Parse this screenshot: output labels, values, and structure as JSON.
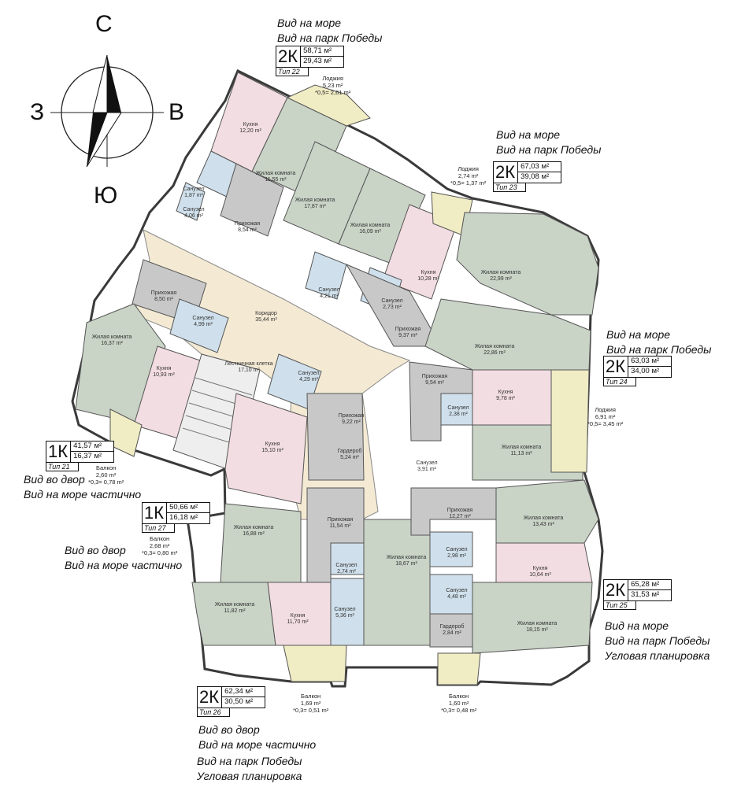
{
  "compass": {
    "north": "С",
    "south": "Ю",
    "west": "З",
    "east": "В"
  },
  "apartments": {
    "t22": {
      "code": "2К",
      "total": "58,71 м²",
      "living": "29,43 м²",
      "type": "Тип 22",
      "view1": "Вид на море",
      "view2": "Вид на парк Победы"
    },
    "t23": {
      "code": "2К",
      "total": "67,03 м²",
      "living": "39,08 м²",
      "type": "Тип 23",
      "view1": "Вид на море",
      "view2": "Вид на парк Победы"
    },
    "t24": {
      "code": "2К",
      "total": "63,03 м²",
      "living": "34,00 м²",
      "type": "Тип 24",
      "view1": "Вид на море",
      "view2": "Вид на парк Победы"
    },
    "t25": {
      "code": "2К",
      "total": "65,28 м²",
      "living": "31,53 м²",
      "type": "Тип 25",
      "view1": "Вид на море",
      "view2": "Вид на парк Победы",
      "view3": "Угловая планировка"
    },
    "t21": {
      "code": "1К",
      "total": "41,57 м²",
      "living": "16,37 м²",
      "type": "Тип 21",
      "view1": "Вид во двор",
      "view2": "Вид на  море частично"
    },
    "t27": {
      "code": "1К",
      "total": "50,66 м²",
      "living": "16,18 м²",
      "type": "Тип 27",
      "view1": "Вид во двор",
      "view2": "Вид на  море частично"
    },
    "t26": {
      "code": "2К",
      "total": "62,34 м²",
      "living": "30,50 м²",
      "type": "Тип 26",
      "view1": "Вид во двор",
      "view2": "Вид на  море частично",
      "view3": "Вид на парк Победы",
      "view4": "Угловая планировка"
    }
  },
  "outdoor": {
    "loggia22": {
      "name": "Лоджия",
      "area": "5,23 m²",
      "coef": "*0,5= 2,61 m²"
    },
    "loggia23": {
      "name": "Лоджия",
      "area": "2,74 m²",
      "coef": "*0,5= 1,37 m²"
    },
    "loggia24": {
      "name": "Лоджия",
      "area": "6,91 m²",
      "coef": "*0,5= 3,45 m²"
    },
    "balcony21": {
      "name": "Балкон",
      "area": "2,60 m²",
      "coef": "*0,3= 0,78 m²"
    },
    "balcony27": {
      "name": "Балкон",
      "area": "2,68 m²",
      "coef": "*0,3= 0,80 m²"
    },
    "balcony26": {
      "name": "Балкон",
      "area": "1,69 m²",
      "coef": "*0,3= 0,51 m²"
    },
    "balcony25": {
      "name": "Балкон",
      "area": "1,60 m²",
      "coef": "*0,3= 0,48 m²"
    }
  },
  "rooms": [
    {
      "name": "Кухня",
      "area": "12,20 m²"
    },
    {
      "name": "Жилая комната",
      "area": "11,55 m²"
    },
    {
      "name": "Санузел",
      "area": "1,87 m²"
    },
    {
      "name": "Санузел",
      "area": "4,06 m²"
    },
    {
      "name": "Прихожая",
      "area": "8,54 m²"
    },
    {
      "name": "Жилая комната",
      "area": "17,87 m²"
    },
    {
      "name": "Жилая комната",
      "area": "16,09 m²"
    },
    {
      "name": "Кухня",
      "area": "10,28 m²"
    },
    {
      "name": "Санузел",
      "area": "4,21 m²"
    },
    {
      "name": "Санузел",
      "area": "2,73 m²"
    },
    {
      "name": "Прихожая",
      "area": "9,37 m²"
    },
    {
      "name": "Жилая комната",
      "area": "22,99 m²"
    },
    {
      "name": "Жилая комната",
      "area": "22,86 m²"
    },
    {
      "name": "Прихожая",
      "area": "8,50 m²"
    },
    {
      "name": "Санузел",
      "area": "4,99 m²"
    },
    {
      "name": "Коридор",
      "area": "35,44 m²"
    },
    {
      "name": "Жилая комната",
      "area": "16,37 m²"
    },
    {
      "name": "Кухня",
      "area": "10,93 m²"
    },
    {
      "name": "Лестничная клетка",
      "area": "17,10 m²"
    },
    {
      "name": "Санузел",
      "area": "4,29 m²"
    },
    {
      "name": "Прихожая",
      "area": "9,54 m²"
    },
    {
      "name": "Кухня",
      "area": "9,78 m²"
    },
    {
      "name": "Санузел",
      "area": "2,38 m²"
    },
    {
      "name": "Прихожая",
      "area": "9,22 m²"
    },
    {
      "name": "Гардероб",
      "area": "5,24 m²"
    },
    {
      "name": "Кухня",
      "area": "15,10 m²"
    },
    {
      "name": "Жилая комната",
      "area": "11,13 m²"
    },
    {
      "name": "Санузел",
      "area": "3,91 m²"
    },
    {
      "name": "Прихожая",
      "area": "12,27 m²"
    },
    {
      "name": "Жилая комната",
      "area": "13,43 m²"
    },
    {
      "name": "Прихожая",
      "area": "11,54 m²"
    },
    {
      "name": "Жилая комната",
      "area": "16,88 m²"
    },
    {
      "name": "Санузел",
      "area": "2,74 m²"
    },
    {
      "name": "Жилая комната",
      "area": "18,67 m²"
    },
    {
      "name": "Санузел",
      "area": "2,98 m²"
    },
    {
      "name": "Кухня",
      "area": "10,64 m²"
    },
    {
      "name": "Санузел",
      "area": "4,48 m²"
    },
    {
      "name": "Жилая комната",
      "area": "11,82 m²"
    },
    {
      "name": "Кухня",
      "area": "11,70 m²"
    },
    {
      "name": "Санузел",
      "area": "5,36 m²"
    },
    {
      "name": "Гардероб",
      "area": "2,84 m²"
    },
    {
      "name": "Жилая комната",
      "area": "18,15 m²"
    }
  ],
  "colors": {
    "living": "#c9d3c6",
    "kitchen": "#f2dde2",
    "bath": "#cfe0ec",
    "hall": "#c8c8c8",
    "corridor": "#f4ead4",
    "loggia": "#f0ecc4",
    "wall": "#3a3a3a"
  }
}
